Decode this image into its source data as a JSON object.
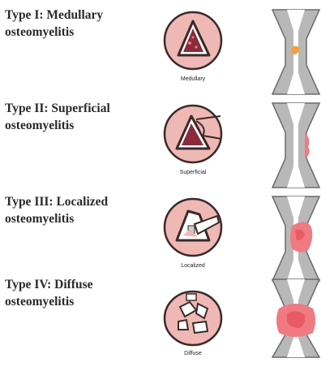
{
  "rows": [
    {
      "type_label": "Type I: Medullary",
      "subtitle": "osteomyelitis",
      "cross_section_label": "Medullary"
    },
    {
      "type_label": "Type II: Superficial",
      "subtitle": "osteomyelitis",
      "cross_section_label": "Superficial"
    },
    {
      "type_label": "Type III: Localized",
      "subtitle": "osteomyelitis",
      "cross_section_label": "Localized"
    },
    {
      "type_label": "Type IV: Diffuse",
      "subtitle": "osteomyelitis",
      "cross_section_label": "Diffuse"
    }
  ],
  "colors": {
    "disc_fill": "#efb8b4",
    "disc_outline": "#3a2a2a",
    "infection_dark": "#8a2a3a",
    "infection_pink": "#f07a82",
    "medullary_spot": "#f3a040",
    "bone_gray": "#b8b8b8",
    "bone_dark": "#6a6a6a",
    "bone_canal": "#ffffff"
  }
}
